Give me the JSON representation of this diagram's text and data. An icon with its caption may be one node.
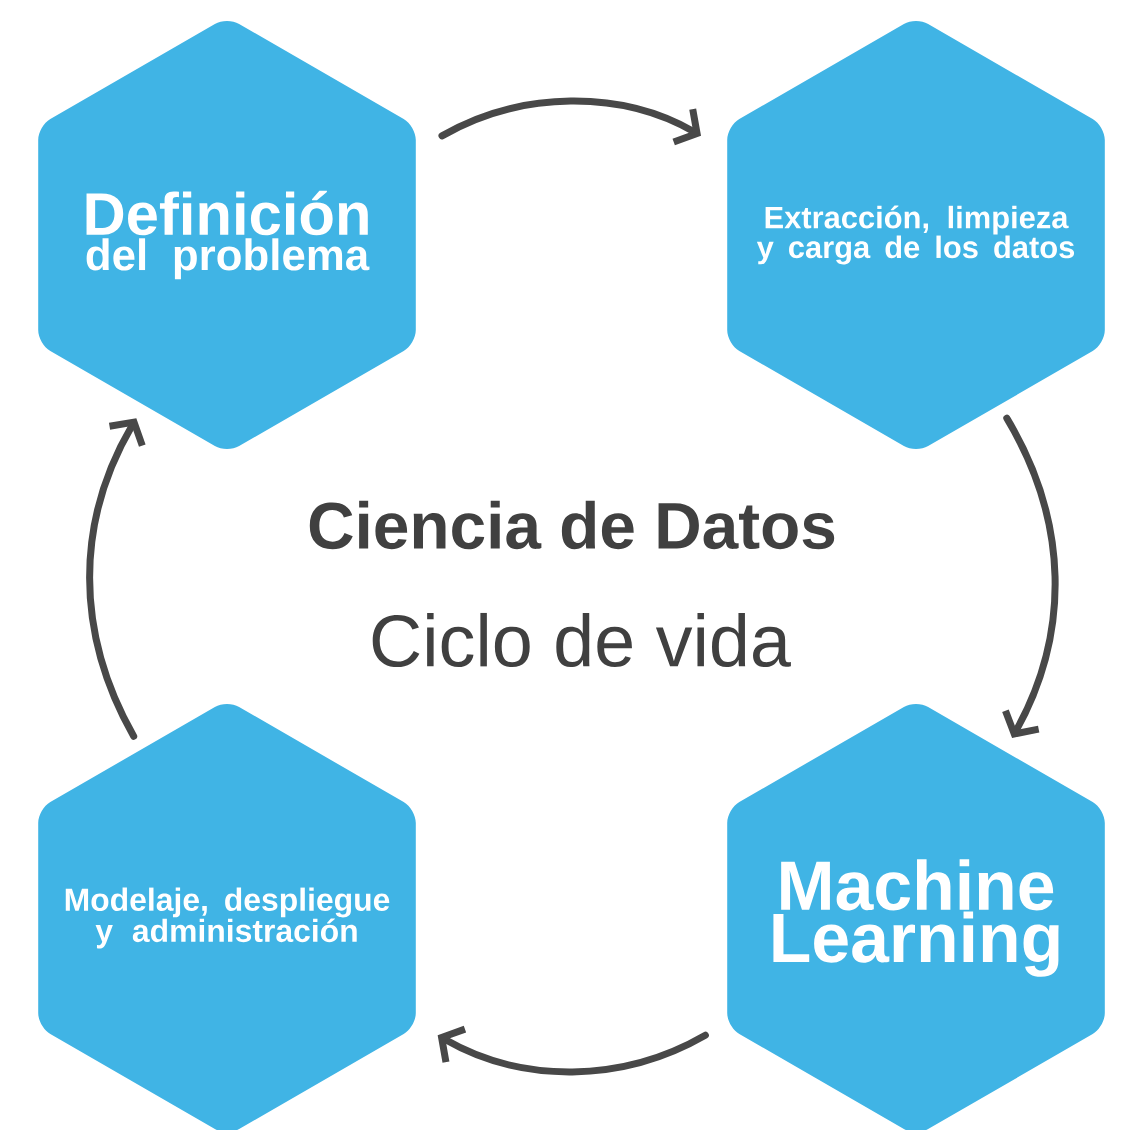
{
  "diagram": {
    "title": "Ciencia de Datos",
    "nodes": [
      {
        "text": [
          "Definición",
          "del problema"
        ]
      },
      {
        "text": [
          "Extracción, limpieza y carga de los datos"
        ]
      },
      {
        "text": [
          "Modelaje, despliegue y administración"
        ]
      },
      {
        "text": [
          "Machine Learning"
        ]
      }
    ],
    "edges": [
      {
        "from": 0,
        "to": 1,
        "arrow": "to"
      },
      {
        "from": 1,
        "to": 3,
        "arrow": "to"
      },
      {
        "from": 3,
        "to": 2,
        "arrow": "to"
      },
      {
        "from": 2,
        "to": 0,
        "arrow": "to"
      }
    ],
    "labels": [
      "Ciclo de vida"
    ]
  }
}
